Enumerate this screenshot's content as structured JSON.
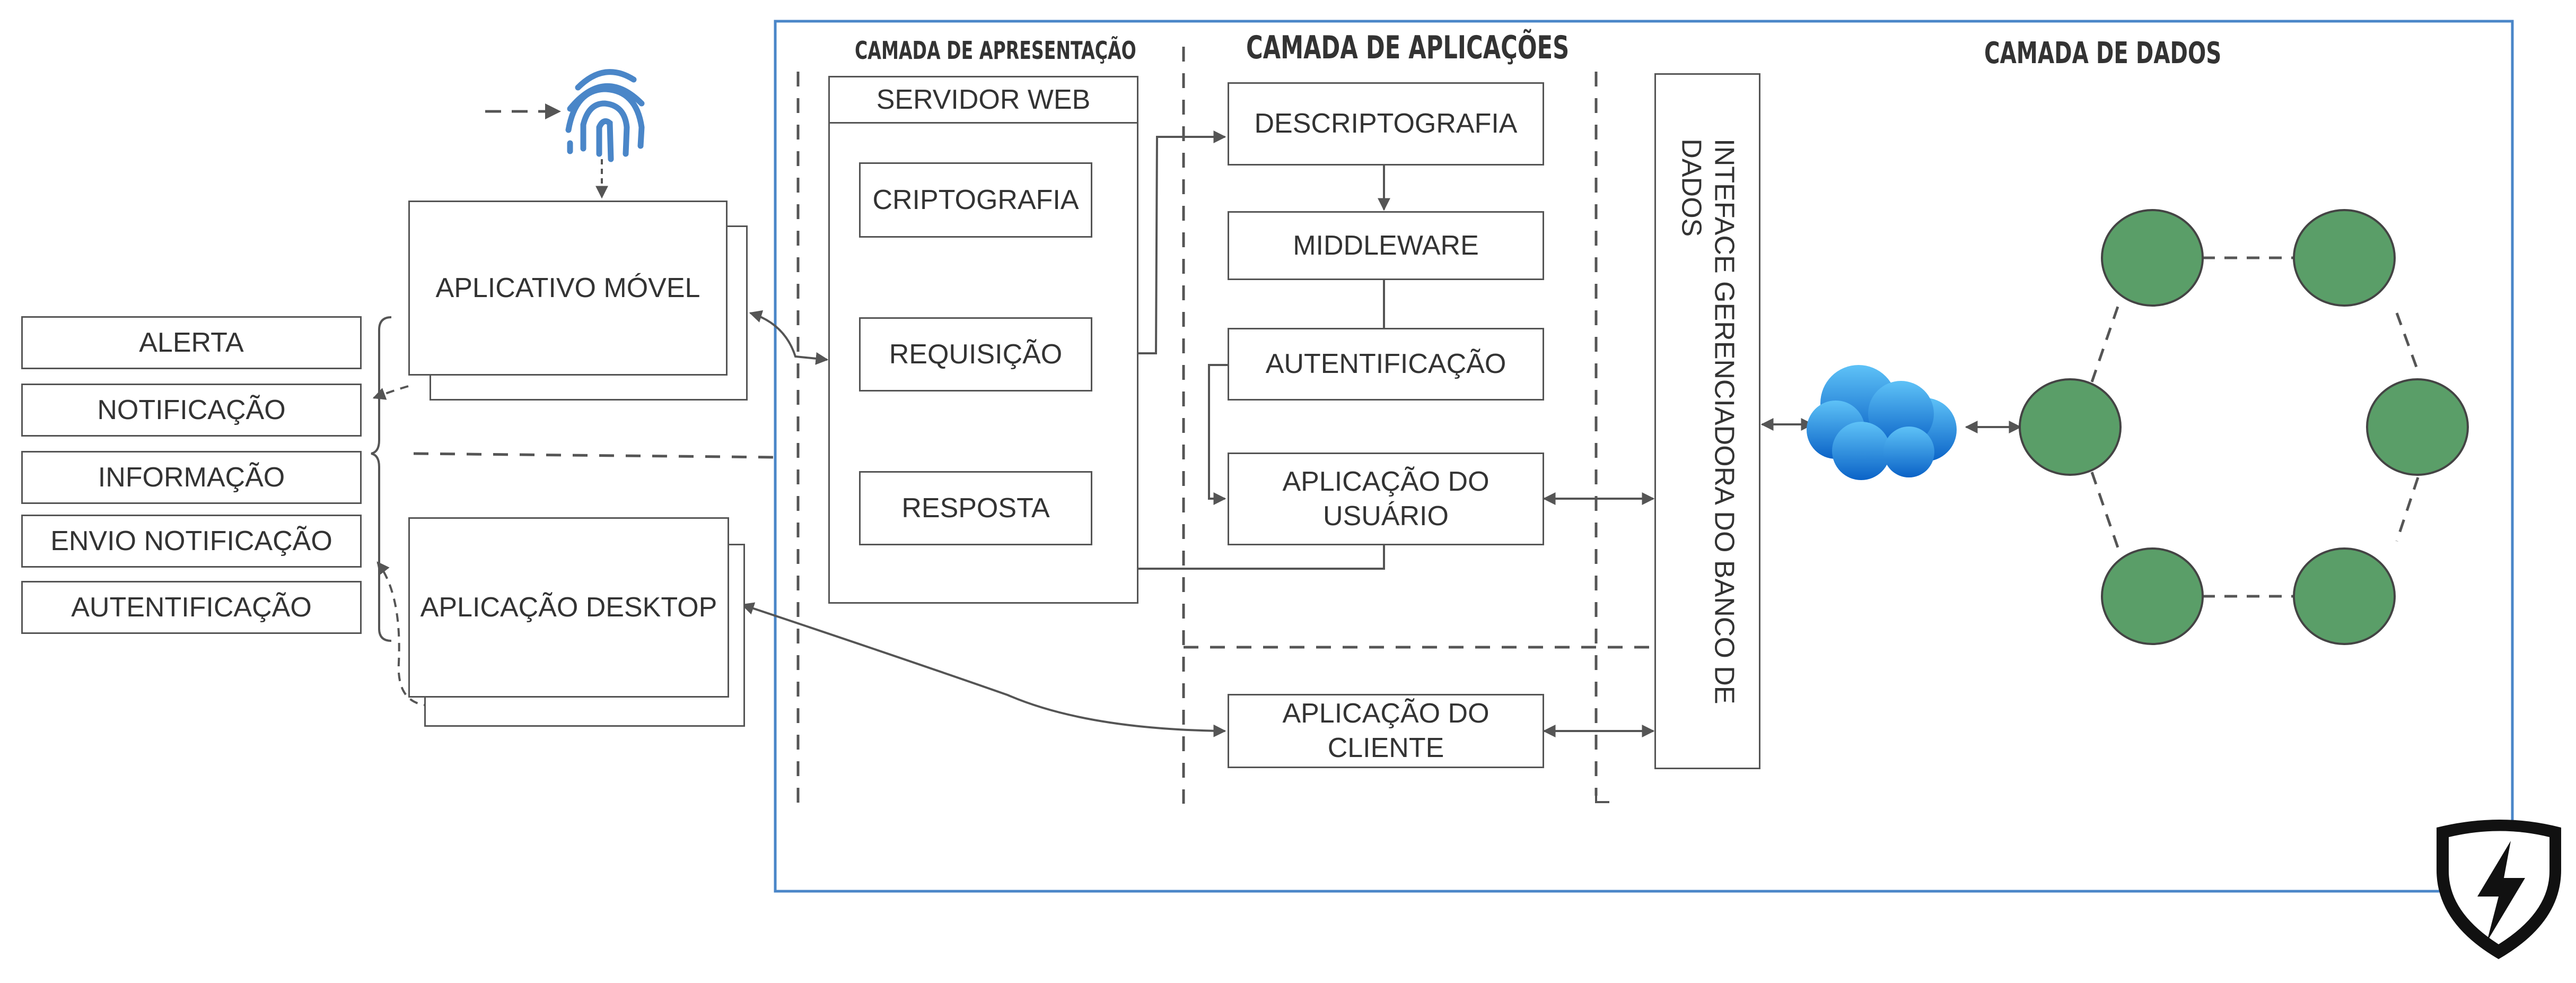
{
  "layers": {
    "presentation": "CAMADA DE APRESENTAÇÃO",
    "applications": "CAMADA DE APLICAÇÕES",
    "data": "CAMADA DE DADOS"
  },
  "left_items": [
    "ALERTA",
    "NOTIFICAÇÃO",
    "INFORMAÇÃO",
    "ENVIO NOTIFICAÇÃO",
    "AUTENTIFICAÇÃO"
  ],
  "clients": {
    "mobile": "APLICATIVO MÓVEL",
    "desktop": "APLICAÇÃO DESKTOP"
  },
  "web_server": {
    "title": "SERVIDOR WEB",
    "crypto": "CRIPTOGRAFIA",
    "request": "REQUISIÇÃO",
    "response": "RESPOSTA"
  },
  "app_layer": {
    "decrypt": "DESCRIPTOGRAFIA",
    "middleware": "MIDDLEWARE",
    "auth": "AUTENTIFICAÇÃO",
    "user_app_line1": "APLICAÇÃO DO",
    "user_app_line2": "USUÁRIO",
    "client_app_line1": "APLICAÇÃO DO",
    "client_app_line2": "CLIENTE"
  },
  "dbms": {
    "line1": "INTEFACE GERENCIADORA DO BANCO DE",
    "line2": "DADOS"
  },
  "colors": {
    "frame_blue": "#4a86c8",
    "node_green": "#5a9e68",
    "cloud_blue": "#1e88e5",
    "fingerprint_blue": "#4a86c8"
  },
  "icons": [
    "fingerprint-icon",
    "cloud-icon",
    "shield-lightning-icon"
  ]
}
